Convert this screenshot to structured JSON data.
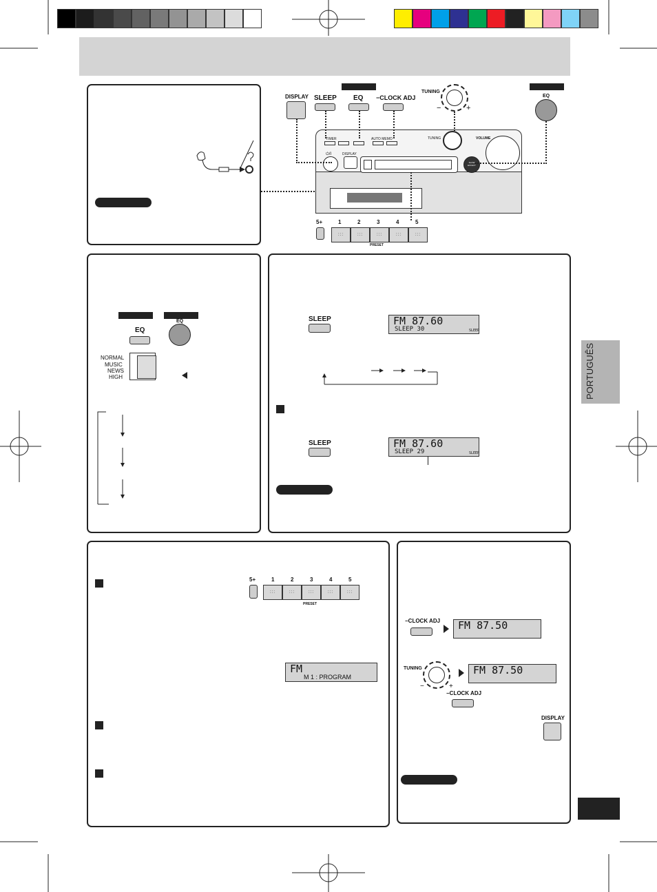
{
  "side_tab": {
    "label": "PORTUGUÊS"
  },
  "labels": {
    "display": "DISPLAY",
    "sleep": "SLEEP",
    "eq": "EQ",
    "clock_adj": "CLOCK ADJ",
    "tuning": "TUNING",
    "volume": "VOLUME",
    "power": "⏻/I",
    "preset": "PRESET",
    "preset_keys": [
      "5+",
      "1",
      "2",
      "3",
      "4",
      "5"
    ],
    "timer": "TIMER",
    "auto_memo": "AUTO MEMO",
    "slow_effect": "SLOW EFFECT",
    "tuning_minus": "−",
    "tuning_plus": "+"
  },
  "eq_modes": [
    "NORMAL",
    "MUSIC",
    "NEWS",
    "HIGH"
  ],
  "lcd": {
    "sleep_top": "FM 87.60",
    "sleep_sub1": "SLEEP  30",
    "sleep_sub2": "SLEEP  29",
    "sleep_ind": "SLEEP",
    "program_top": "FM",
    "program_sub": "M  1 : PROGRAM",
    "clock1": "FM 87.50",
    "clock2": "FM 87.50"
  },
  "colors": {
    "gray_bar": "#d4d4d4",
    "dark": "#222222",
    "grayscale_swatches": [
      "#000000",
      "#1c1c1c",
      "#333333",
      "#4a4a4a",
      "#626262",
      "#7a7a7a",
      "#939393",
      "#aaaaaa",
      "#c3c3c3",
      "#dcdcdc",
      "#ffffff"
    ],
    "color_swatches": [
      "#ffee00",
      "#e6007e",
      "#00a0e9",
      "#2e3192",
      "#00a651",
      "#ed1c24",
      "#222222",
      "#fff799",
      "#f49ac1",
      "#7fd3f7",
      "#8c8c8c"
    ]
  }
}
